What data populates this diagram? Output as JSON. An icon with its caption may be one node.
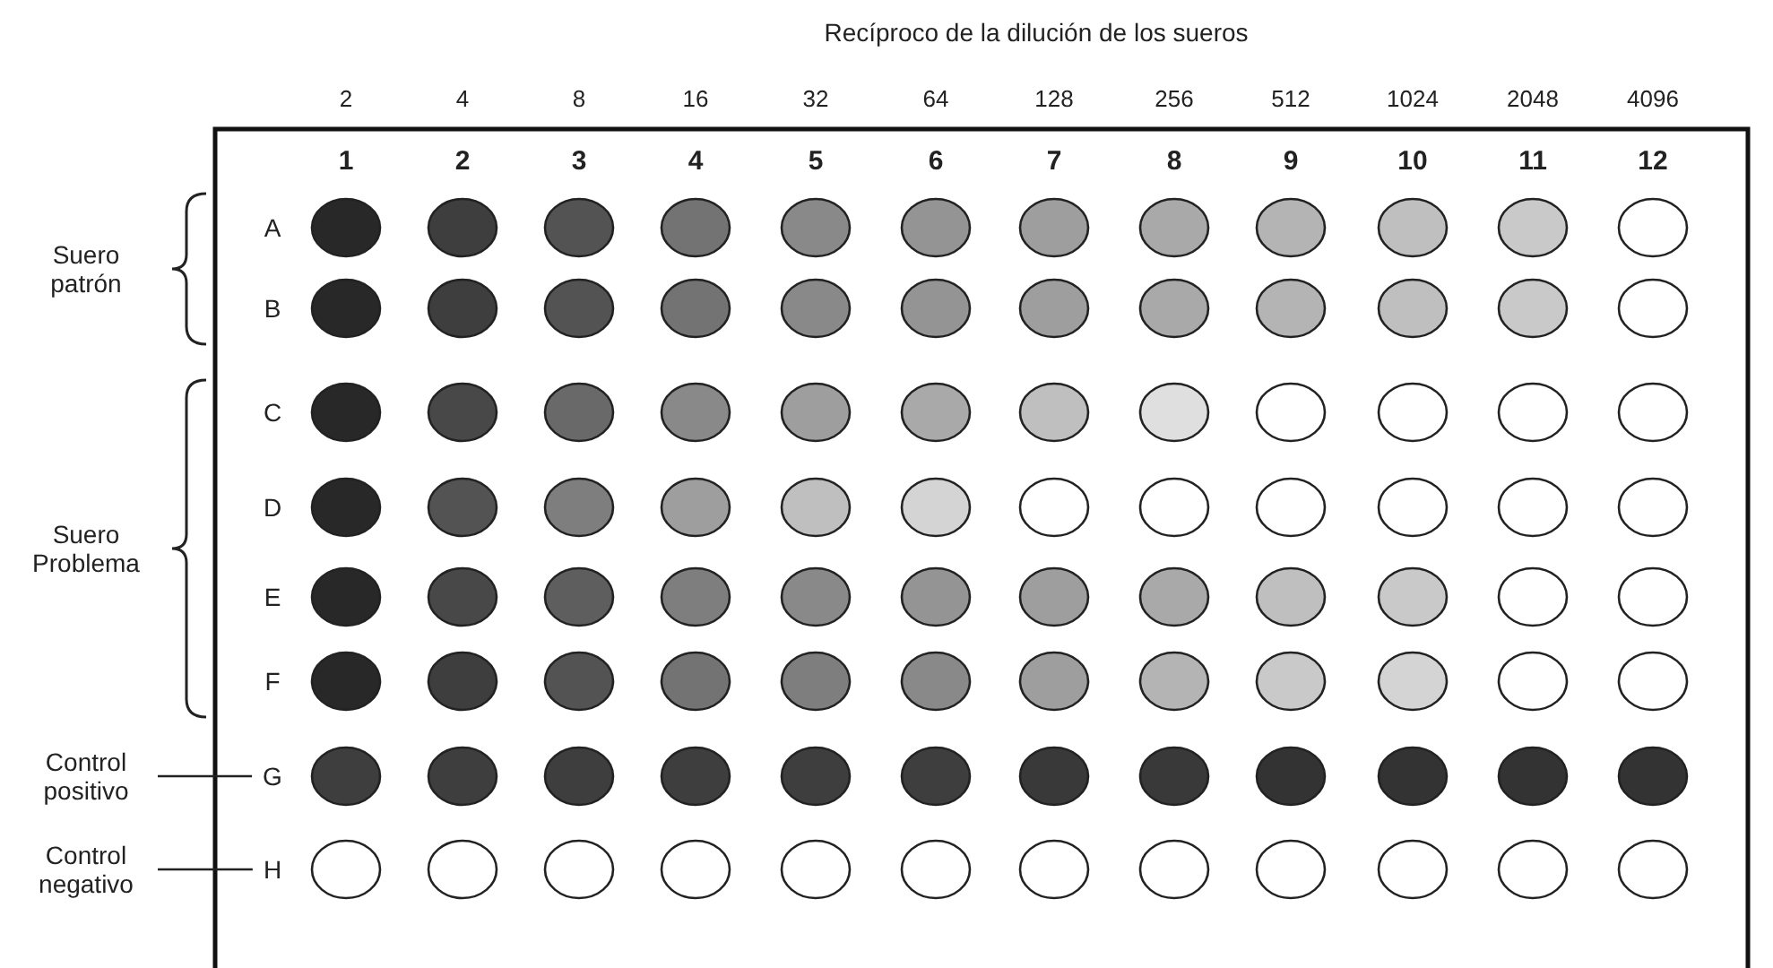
{
  "diagram": {
    "title": "Recíproco de la dilución de los sueros",
    "nodes": [
      {
        "text": [
          "Control positivo"
        ]
      },
      {
        "text": [
          "G"
        ]
      },
      {
        "text": [
          "Control negativo"
        ]
      },
      {
        "text": [
          "H"
        ]
      }
    ],
    "edges": [
      {
        "from": 0,
        "to": 1,
        "arrow": "none"
      },
      {
        "from": 2,
        "to": 3,
        "arrow": "none"
      }
    ],
    "labels": [
      "2",
      "4",
      "8",
      "16",
      "32",
      "64",
      "128",
      "256",
      "512",
      "1024",
      "2048",
      "4096",
      "1",
      "2",
      "3",
      "4",
      "5",
      "6",
      "7",
      "8",
      "9",
      "10",
      "11",
      "12",
      "Suero patrón",
      "A",
      "B",
      "C",
      "D",
      "Suero Problema",
      "E",
      "F"
    ]
  }
}
